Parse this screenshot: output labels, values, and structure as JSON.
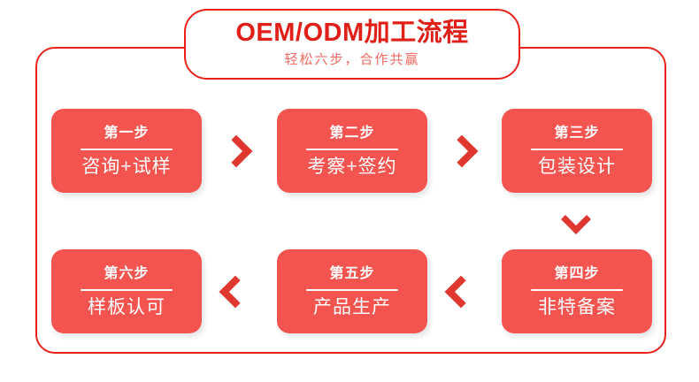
{
  "header": {
    "title": "OEM/ODM加工流程",
    "subtitle": "轻松六步，合作共赢"
  },
  "colors": {
    "frame_border": "#e8211a",
    "title_text": "#e02018",
    "subtitle_text": "#ef6a62",
    "step_box_fill": "#f4544f",
    "step_text": "#ffffff",
    "chevron": "#e03731",
    "background": "#ffffff"
  },
  "steps": [
    {
      "id": "step-1",
      "number_label": "第一步",
      "task_label": "咨询+试样"
    },
    {
      "id": "step-2",
      "number_label": "第二步",
      "task_label": "考察+签约"
    },
    {
      "id": "step-3",
      "number_label": "第三步",
      "task_label": "包装设计"
    },
    {
      "id": "step-4",
      "number_label": "第四步",
      "task_label": "非特备案"
    },
    {
      "id": "step-5",
      "number_label": "第五步",
      "task_label": "产品生产"
    },
    {
      "id": "step-6",
      "number_label": "第六步",
      "task_label": "样板认可"
    }
  ],
  "connectors": [
    {
      "id": "chev-1-2",
      "icon": "chevron-right-icon",
      "from": "第一步",
      "to": "第二步"
    },
    {
      "id": "chev-2-3",
      "icon": "chevron-right-icon",
      "from": "第二步",
      "to": "第三步"
    },
    {
      "id": "chev-3-4",
      "icon": "chevron-down-icon",
      "from": "第三步",
      "to": "第四步"
    },
    {
      "id": "chev-4-5",
      "icon": "chevron-left-icon",
      "from": "第四步",
      "to": "第五步"
    },
    {
      "id": "chev-5-6",
      "icon": "chevron-left-icon",
      "from": "第五步",
      "to": "第六步"
    }
  ]
}
